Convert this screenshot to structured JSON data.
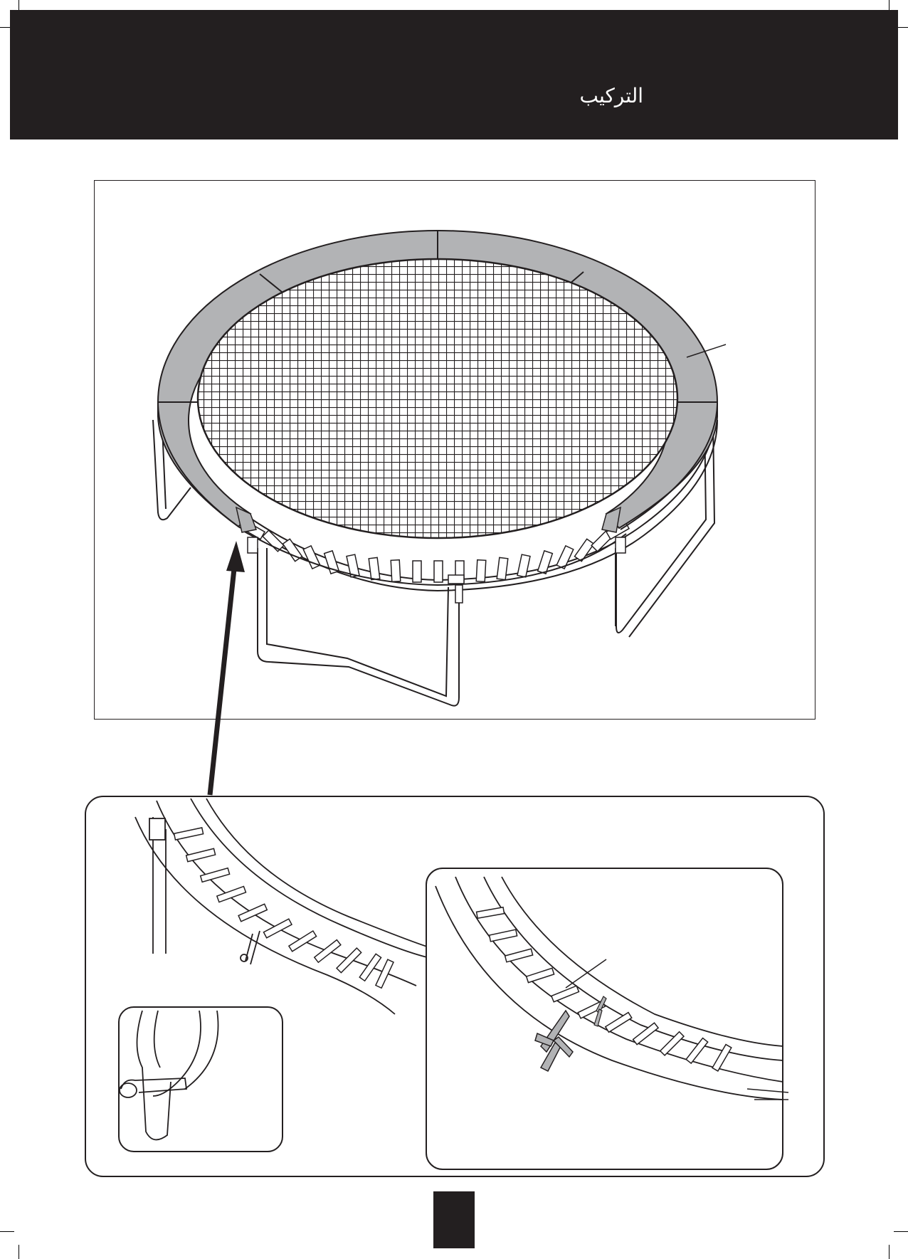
{
  "header": {
    "title": "التركيب"
  },
  "colors": {
    "header_bar": "#231f20",
    "pad": "#b2b3b5",
    "line": "#231f20",
    "page_box": "#231f20"
  },
  "figures": {
    "main": "trampoline-assembled-view",
    "detail": "frame-spring-closeup",
    "inset_left": "leg-socket-closeup",
    "inset_right": "pad-tie-closeup"
  }
}
